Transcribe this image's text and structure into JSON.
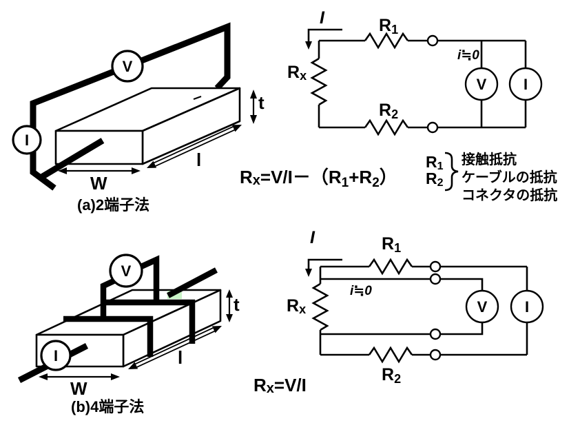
{
  "colors": {
    "ink": "#000000",
    "sample_pink": "#F9CFE2",
    "pad_green": "#C9F3C7",
    "background": "#FFFFFF"
  },
  "panel_a": {
    "caption": "(a)2端子法",
    "sample": {
      "voltmeter": "V",
      "ammeter": "I",
      "dim_width": "W",
      "dim_length": "l",
      "dim_thickness": "t"
    },
    "circuit": {
      "current_in": "I",
      "r1_base": "R",
      "r1_sub": "1",
      "rx_base": "R",
      "rx_sub": "x",
      "r2_base": "R",
      "r2_sub": "2",
      "leak_current": "i≒0",
      "voltmeter": "V",
      "ammeter": "I"
    },
    "formula": {
      "p1": "R",
      "p2": "x",
      "p3": "=V/I－（R",
      "p4": "1",
      "p5": "+R",
      "p6": "2",
      "p7": "）"
    },
    "legend": {
      "r1_base": "R",
      "r1_sub": "1",
      "r2_base": "R",
      "r2_sub": "2",
      "items": [
        "接触抵抗",
        "ケーブルの抵抗",
        "コネクタの抵抗"
      ]
    }
  },
  "panel_b": {
    "caption": "(b)4端子法",
    "sample": {
      "voltmeter": "V",
      "ammeter": "I",
      "dim_width": "W",
      "dim_length": "l",
      "dim_thickness": "t"
    },
    "circuit": {
      "current_in": "I",
      "r1_base": "R",
      "r1_sub": "1",
      "rx_base": "R",
      "rx_sub": "x",
      "r2_base": "R",
      "r2_sub": "2",
      "leak_current": "i≒0",
      "voltmeter": "V",
      "ammeter": "I"
    },
    "formula": {
      "p1": "R",
      "p2": "x",
      "p3": "=V/I"
    }
  }
}
